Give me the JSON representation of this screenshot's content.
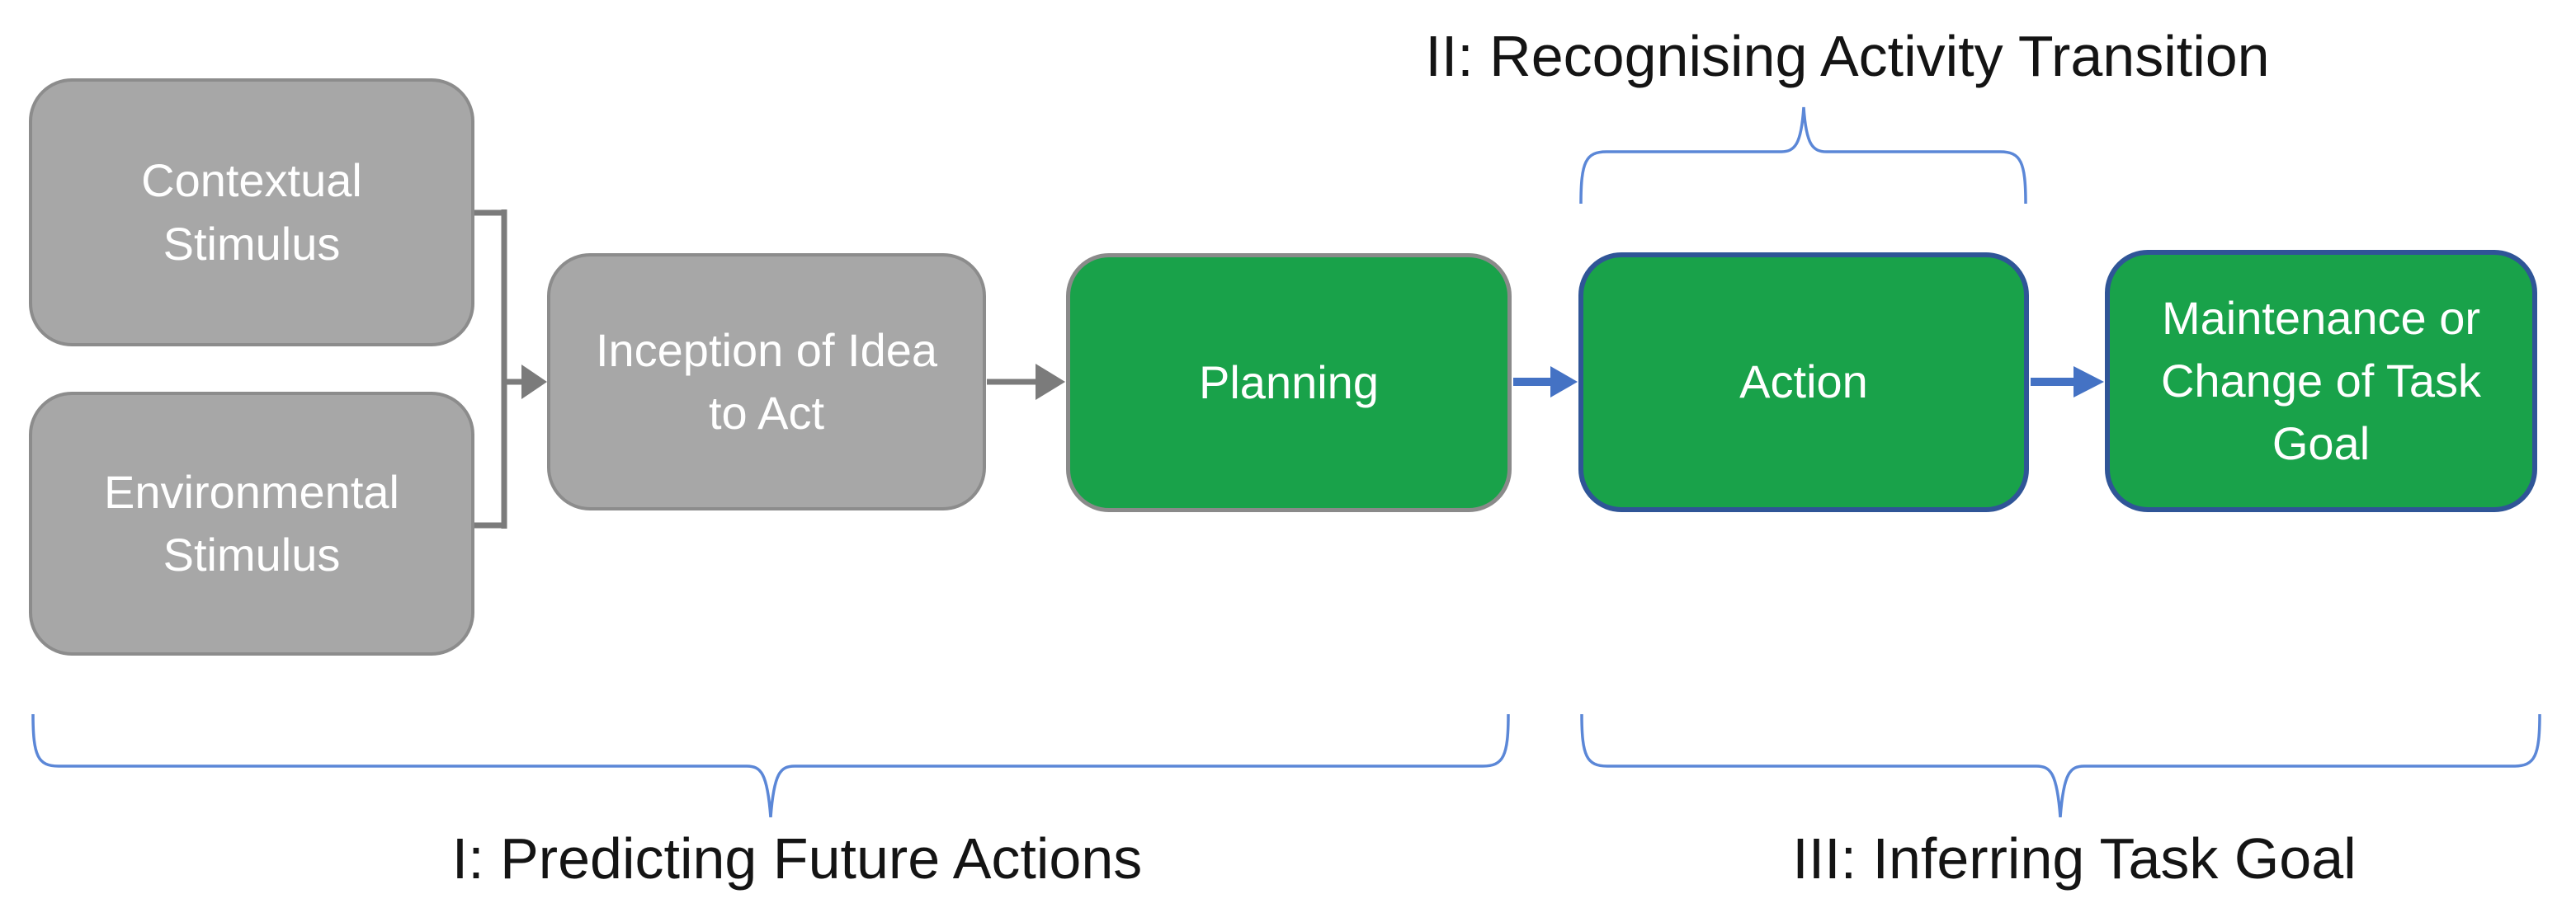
{
  "diagram": {
    "background": "#ffffff",
    "description_visible_only": "flow diagram with six rounded boxes, merge connector, arrows and three curly-brace section annotations"
  },
  "nodes": [
    {
      "id": "contextual",
      "label": "Contextual Stimulus",
      "fill": "#a7a7a7",
      "border": "#8c8c8c"
    },
    {
      "id": "environmental",
      "label": "Environmental Stimulus",
      "fill": "#a7a7a7",
      "border": "#8c8c8c"
    },
    {
      "id": "inception",
      "label": "Inception of Idea to Act",
      "fill": "#a7a7a7",
      "border": "#8c8c8c"
    },
    {
      "id": "planning",
      "label": "Planning",
      "fill": "#19a24a",
      "border": "#8a8a8a"
    },
    {
      "id": "action",
      "label": "Action",
      "fill": "#19a24a",
      "border": "#2f5597"
    },
    {
      "id": "maintenance",
      "label": "Maintenance or Change of Task Goal",
      "fill": "#19a24a",
      "border": "#2f5597"
    }
  ],
  "section_labels": [
    {
      "id": "II",
      "label": "II: Recognising Activity Transition"
    },
    {
      "id": "I",
      "label": "I: Predicting Future Actions"
    },
    {
      "id": "III",
      "label": "III: Inferring Task Goal"
    }
  ],
  "connectors": [
    {
      "from": "contextual+environmental",
      "to": "inception",
      "color": "#7b7b7b",
      "style": "merge-arrow"
    },
    {
      "from": "inception",
      "to": "planning",
      "color": "#7b7b7b",
      "style": "arrow"
    },
    {
      "from": "planning",
      "to": "action",
      "color": "#4472c4",
      "style": "arrow"
    },
    {
      "from": "action",
      "to": "maintenance",
      "color": "#4472c4",
      "style": "arrow"
    }
  ],
  "braces": [
    {
      "id": "top-brace",
      "section": "II",
      "color": "#5b87d7",
      "orientation": "over-action-box"
    },
    {
      "id": "bottom-left-brace",
      "section": "I",
      "color": "#5b87d7",
      "orientation": "under-left-span"
    },
    {
      "id": "bottom-right-brace",
      "section": "III",
      "color": "#5b87d7",
      "orientation": "under-right-span"
    }
  ],
  "colors": {
    "box_gray": "#a7a7a7",
    "box_gray_border": "#8c8c8c",
    "box_green": "#19a24a",
    "box_blue_border": "#2f5597",
    "arrow_gray": "#7b7b7b",
    "arrow_blue": "#4472c4",
    "brace_blue": "#5b87d7",
    "label_text": "#141414",
    "box_text": "#ffffff"
  }
}
